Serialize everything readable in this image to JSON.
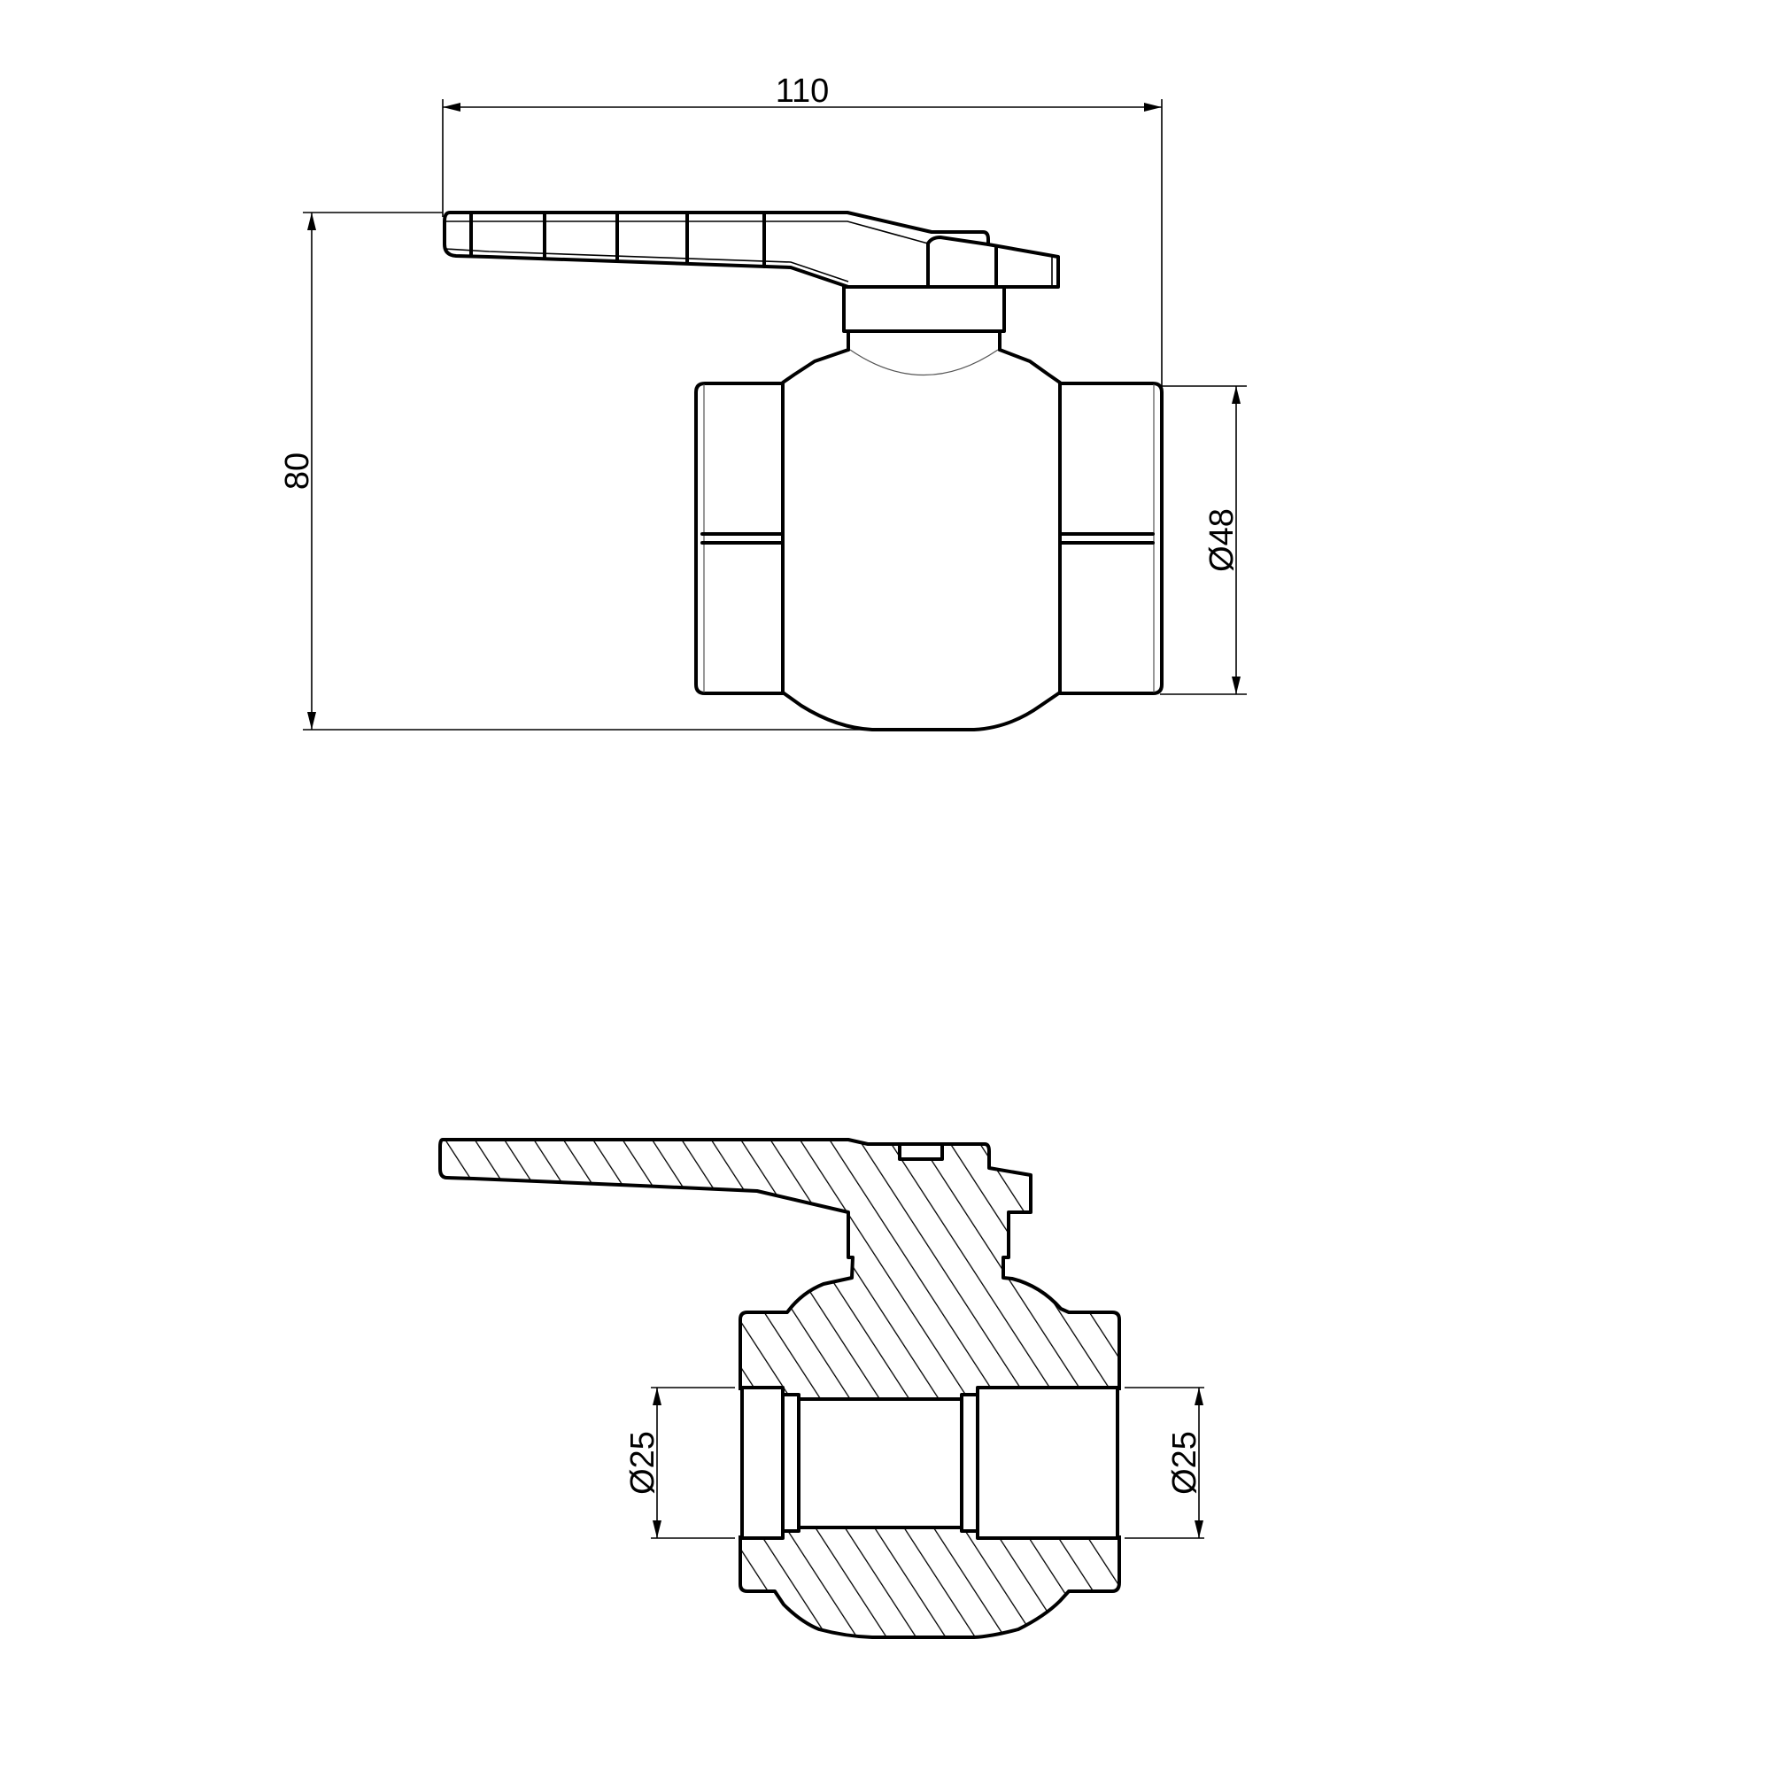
{
  "drawing": {
    "subject": "ball valve",
    "views": [
      {
        "name": "side-view",
        "dimensions": {
          "overall_width": "110",
          "overall_height": "80",
          "outer_diameter": "Ø48"
        }
      },
      {
        "name": "section-view",
        "dimensions": {
          "bore_left": "Ø25",
          "bore_right": "Ø25"
        }
      }
    ],
    "colors": {
      "line": "#000000",
      "background": "#ffffff"
    }
  }
}
